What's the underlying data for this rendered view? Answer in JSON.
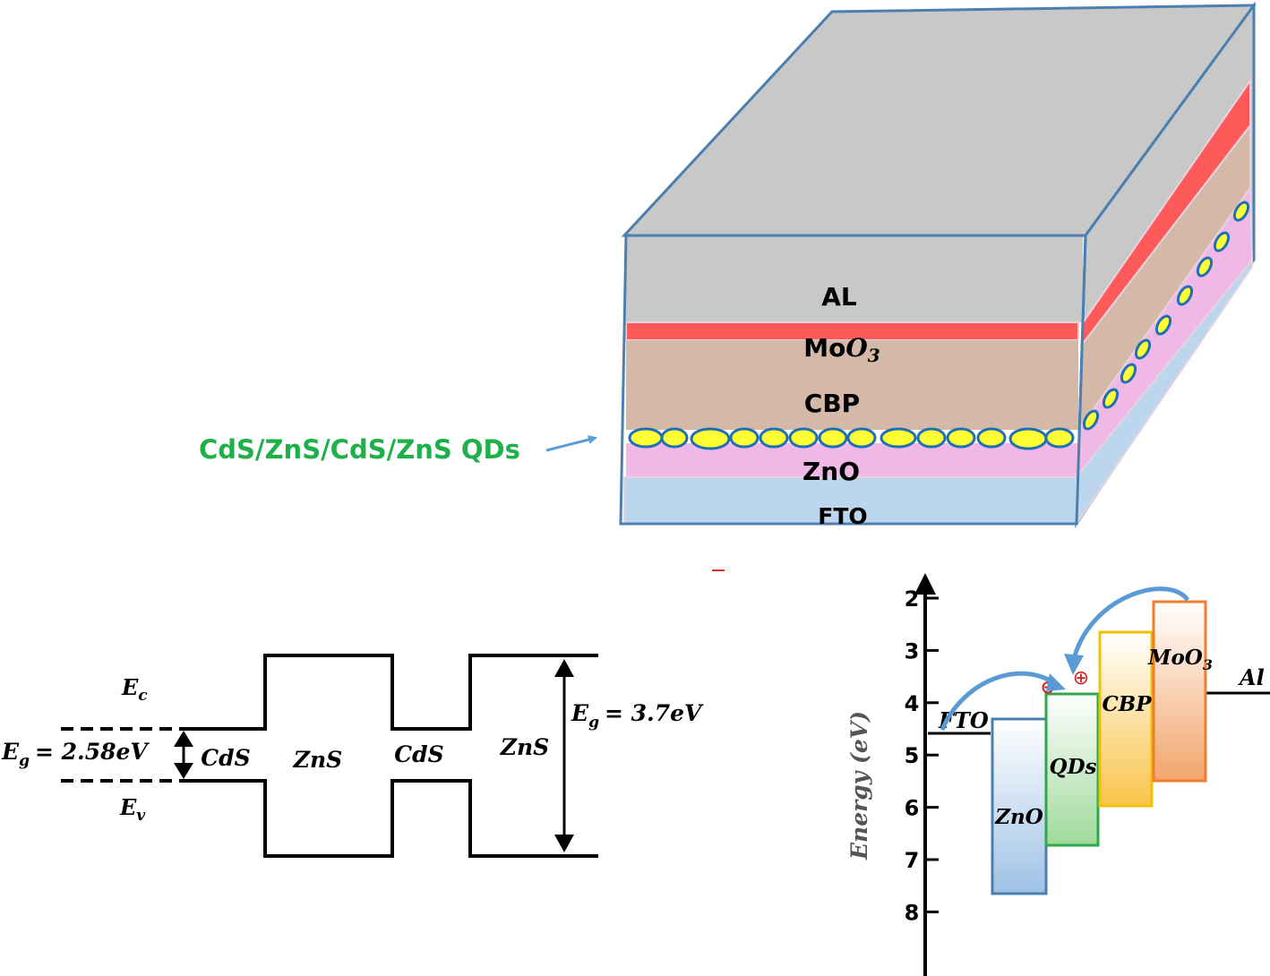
{
  "device": {
    "layers": {
      "al": "AL",
      "moo3_prefix": "Mo",
      "moo3_o": "O",
      "moo3_sub": "3",
      "cbp": "CBP",
      "zno": "ZnO",
      "fto": "FTO"
    },
    "qd_callout": "CdS/ZnS/CdS/ZnS QDs",
    "colors": {
      "al": "#c8c8c8",
      "moo3": "#ff5a5a",
      "cbp": "#d5b9a8",
      "qd_fill": "#ffff33",
      "qd_stroke": "#1f6fb5",
      "zno": "#efb8e6",
      "fto": "#bcd6ee",
      "callout": "#1fb04a",
      "outline": "#4a7fb0"
    }
  },
  "band_structure": {
    "ec": {
      "e": "E",
      "sub": "c"
    },
    "ev": {
      "e": "E",
      "sub": "v"
    },
    "eg_left": {
      "e": "E",
      "sub": "g",
      "value": "= 2.58eV"
    },
    "eg_right": {
      "e": "E",
      "sub": "g",
      "value": "= 3.7eV"
    },
    "regions": [
      "CdS",
      "ZnS",
      "CdS",
      "ZnS"
    ]
  },
  "energy_diagram": {
    "axis_label": "Energy (eV)",
    "ticks": [
      "2",
      "3",
      "4",
      "5",
      "6",
      "7",
      "8"
    ],
    "tick_values": [
      2,
      3,
      4,
      5,
      6,
      7,
      8
    ],
    "fto": {
      "label": "FTO",
      "level": 4.7
    },
    "al": {
      "label": "Al",
      "level": 4.0
    },
    "boxes": [
      {
        "label": "ZnO",
        "top": 4.4,
        "bottom": 7.7,
        "stroke": "#4a7fb0",
        "fill_top": "#ffffff",
        "fill_bottom": "#9fc2e6"
      },
      {
        "label": "QDs",
        "top": 3.9,
        "bottom": 6.8,
        "stroke": "#2ea84a",
        "fill_top": "#ffffff",
        "fill_bottom": "#9fd99a"
      },
      {
        "label": "CBP",
        "top": 2.7,
        "bottom": 6.1,
        "stroke": "#f2c200",
        "fill_top": "#ffffff",
        "fill_bottom": "#f9c44a"
      },
      {
        "label_prefix": "MoO",
        "label_sub": "3",
        "top": 2.1,
        "bottom": 5.6,
        "stroke": "#ef7d2e",
        "fill_top": "#ffffff",
        "fill_bottom": "#f2a56c"
      }
    ],
    "electron_symbol": "⊖",
    "hole_symbol": "⊕"
  }
}
